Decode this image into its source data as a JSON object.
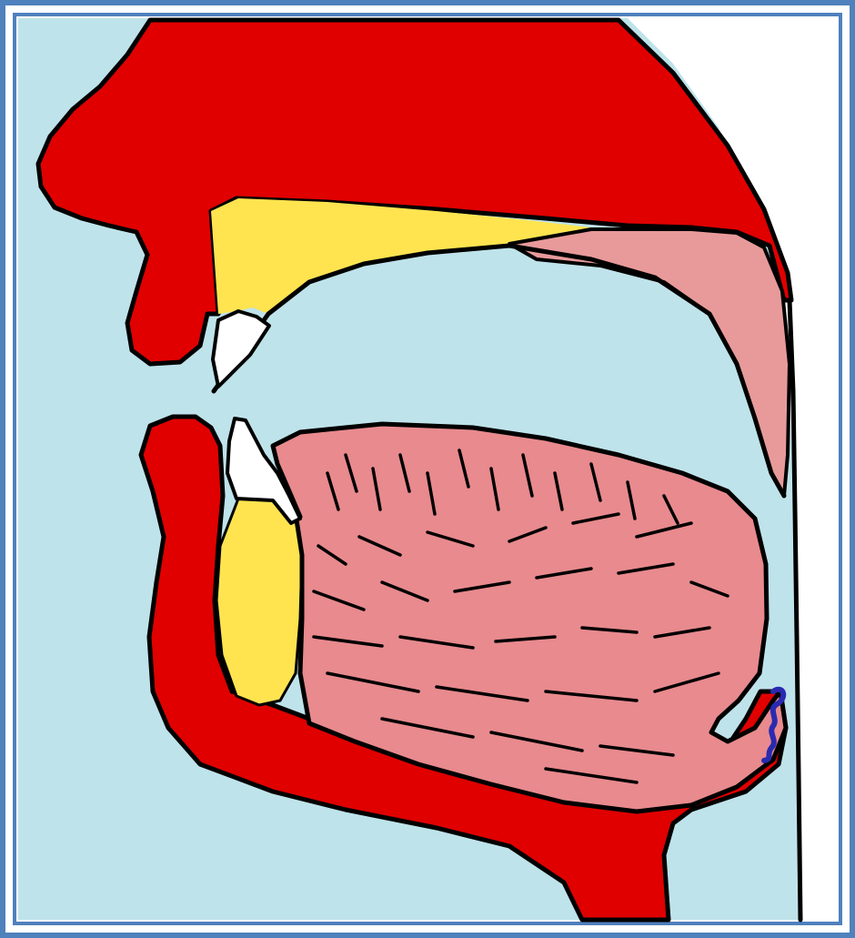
{
  "diagram": {
    "labels": [],
    "colors": {
      "frame": "#4f81bd",
      "background": "#bfe3ea",
      "tissue": "#e00000",
      "bone": "#ffe450",
      "soft_palate": "#e89a9a",
      "tongue": "#e88a8e",
      "tooth": "#ffffff",
      "outline": "#000000",
      "marker": "#2a2ab0",
      "neck_white": "#ffffff"
    },
    "parts": [
      "upper-lip-and-nose",
      "hard-palate",
      "soft-palate",
      "upper-tooth",
      "lower-tooth",
      "lower-lip-and-jaw",
      "mandible-bone",
      "tongue",
      "epiglottis",
      "pharynx-wall",
      "articulation-point-marker"
    ]
  }
}
